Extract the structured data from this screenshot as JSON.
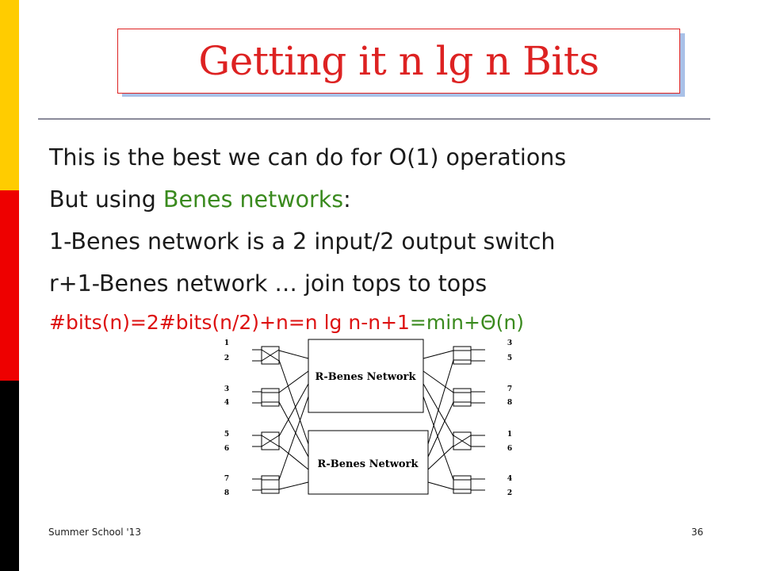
{
  "title": "Getting it n lg n Bits",
  "bullets": {
    "line1": "This is the best we can do for O(1) operations",
    "line2_prefix": "But using ",
    "line2_highlight": "Benes networks",
    "line2_suffix": ":",
    "line3": "1-Benes network is a 2 input/2 output switch",
    "line4": "r+1-Benes network … join tops to tops"
  },
  "formula": {
    "red_part": "#bits(n)=2#bits(n/2)+n=n lg n-n+1",
    "green_part": "=min+Θ(n)"
  },
  "diagram": {
    "inputs": [
      "1",
      "2",
      "3",
      "4",
      "5",
      "6",
      "7",
      "8"
    ],
    "outputs": [
      "3",
      "5",
      "7",
      "8",
      "1",
      "6",
      "4",
      "2"
    ],
    "top_network_label": "R-Benes Network",
    "bottom_network_label": "R-Benes Network"
  },
  "footer": {
    "left": "Summer School '13",
    "page_number": "36"
  },
  "colors": {
    "title": "#dd2222",
    "highlight_green": "#3a8a1e",
    "formula_red": "#dd1111",
    "band_yellow": "#ffcc00",
    "band_red": "#ee0000",
    "band_black": "#000000"
  }
}
